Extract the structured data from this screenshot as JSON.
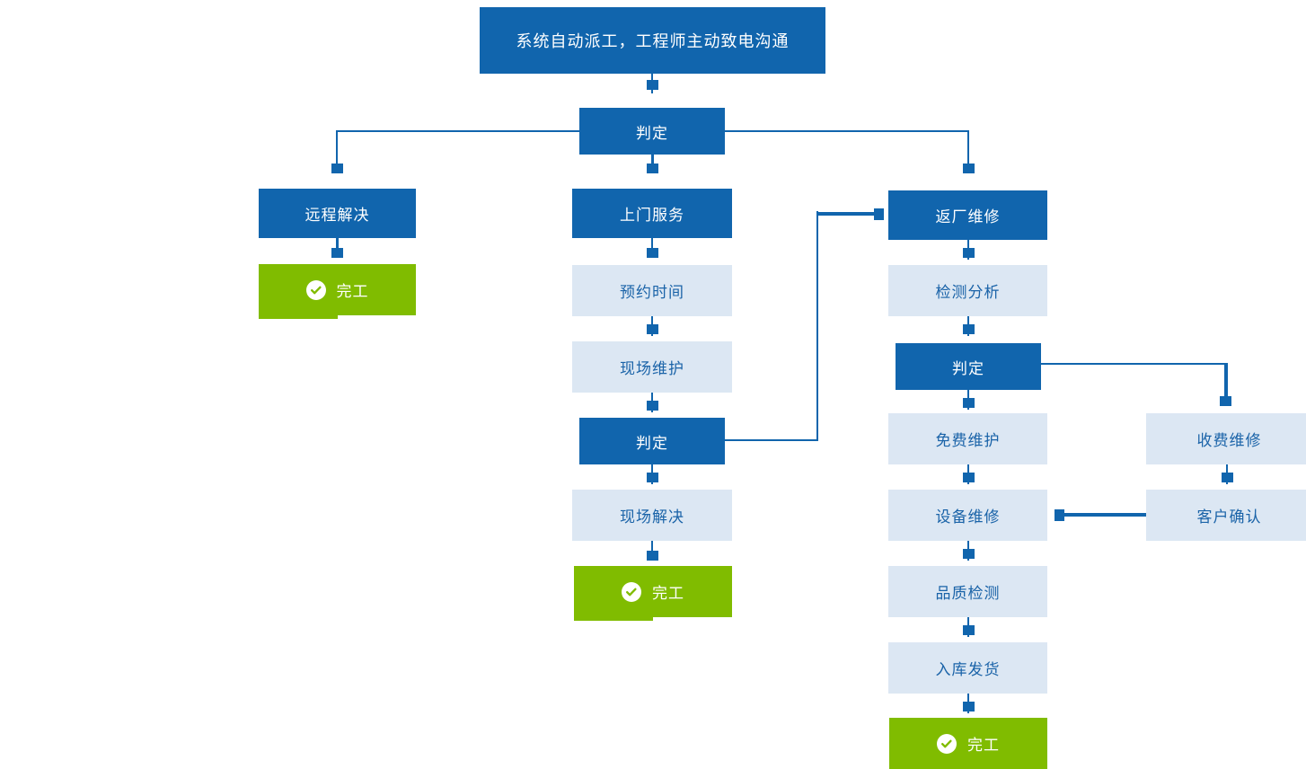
{
  "diagram": {
    "title_text": "系统自动派工，工程师主动致电沟通",
    "colors": {
      "primary_blue": "#1165ad",
      "pale_blue": "#dce7f3",
      "green": "#80bc00",
      "text_on_pale": "#1a63a8",
      "background": "#ffffff"
    },
    "nodes": {
      "dispatch": "系统自动派工，工程师主动致电沟通",
      "decision_top": "判定",
      "remote_solve": "远程解决",
      "done_remote": "完工",
      "onsite_service": "上门服务",
      "appointment_time": "预约时间",
      "onsite_maintain": "现场维护",
      "decision_onsite": "判定",
      "onsite_resolved": "现场解决",
      "done_onsite": "完工",
      "factory_repair": "返厂维修",
      "inspect_analyze": "检测分析",
      "decision_factory": "判定",
      "free_maintain": "免费维护",
      "paid_repair": "收费维修",
      "equipment_repair": "设备维修",
      "customer_confirm": "客户确认",
      "quality_check": "品质检测",
      "stock_ship": "入库发货",
      "done_factory": "完工"
    },
    "icons": {
      "check": "check-circle-icon"
    }
  }
}
